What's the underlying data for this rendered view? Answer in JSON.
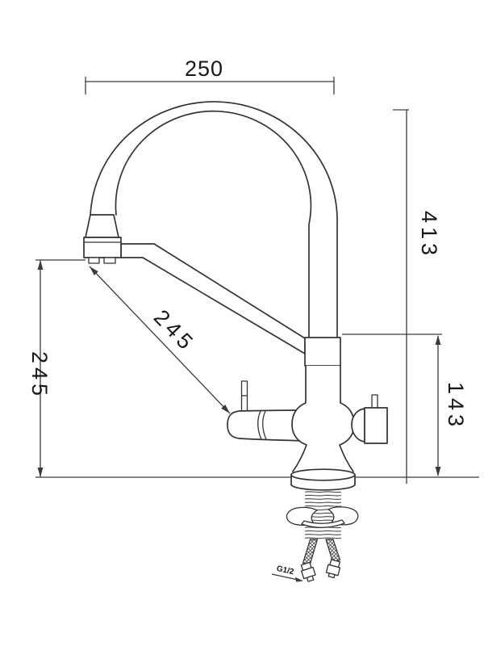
{
  "drawing": {
    "subject": "Kitchen faucet with filter channel — dimensional technical drawing",
    "view": "front elevation with under-counter mounting hardware",
    "units": "mm",
    "colors": {
      "background": "#ffffff",
      "line": "#333333",
      "dimension_line": "#3a3a3a",
      "text": "#181818"
    },
    "dimensions": {
      "spout_width_top": {
        "label": "250",
        "orientation": "horizontal",
        "location": "top"
      },
      "overall_height_right": {
        "label": "413",
        "orientation": "vertical",
        "location": "right-outer"
      },
      "outlet_height_left": {
        "label": "245",
        "orientation": "vertical",
        "location": "left"
      },
      "spout_reach_diagonal": {
        "label": "245",
        "orientation": "diagonal",
        "location": "center"
      },
      "body_height_right": {
        "label": "143",
        "orientation": "vertical",
        "location": "right-inner"
      },
      "hose_thread_size": {
        "label": "G1/2",
        "orientation": "diagonal",
        "location": "bottom-hoses"
      }
    }
  }
}
